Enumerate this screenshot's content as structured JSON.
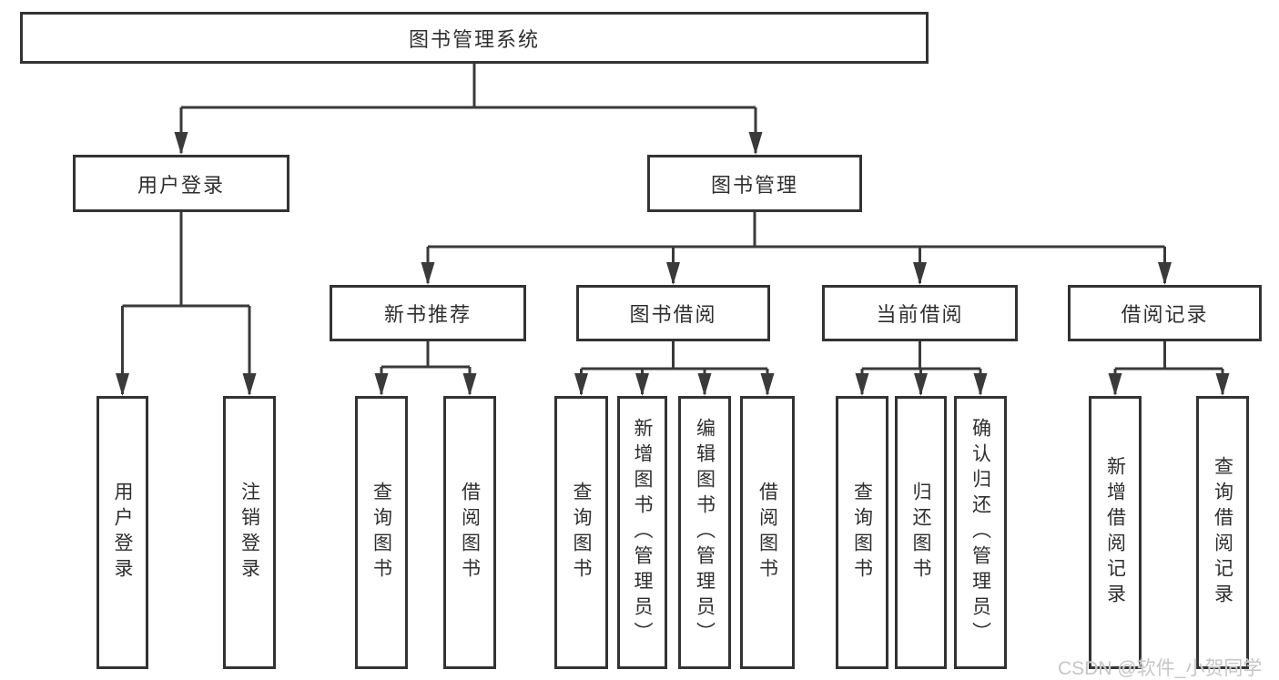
{
  "diagram": {
    "root": {
      "label": "图书管理系统"
    },
    "level2": [
      {
        "label": "用户登录"
      },
      {
        "label": "图书管理"
      }
    ],
    "level3": [
      {
        "label": "新书推荐",
        "parent": "图书管理"
      },
      {
        "label": "图书借阅",
        "parent": "图书管理"
      },
      {
        "label": "当前借阅",
        "parent": "图书管理"
      },
      {
        "label": "借阅记录",
        "parent": "图书管理"
      }
    ],
    "leaves": [
      {
        "label": "用户登录",
        "parent": "用户登录"
      },
      {
        "label": "注销登录",
        "parent": "用户登录"
      },
      {
        "label": "查询图书",
        "parent": "新书推荐"
      },
      {
        "label": "借阅图书",
        "parent": "新书推荐"
      },
      {
        "label": "查询图书",
        "parent": "图书借阅"
      },
      {
        "label": "新增图书（管理员）",
        "parent": "图书借阅"
      },
      {
        "label": "编辑图书（管理员）",
        "parent": "图书借阅"
      },
      {
        "label": "借阅图书",
        "parent": "图书借阅"
      },
      {
        "label": "查询图书",
        "parent": "当前借阅"
      },
      {
        "label": "归还图书",
        "parent": "当前借阅"
      },
      {
        "label": "确认归还（管理员）",
        "parent": "当前借阅"
      },
      {
        "label": "新增借阅记录",
        "parent": "借阅记录"
      },
      {
        "label": "查询借阅记录",
        "parent": "借阅记录"
      }
    ],
    "colors": {
      "line": "#3a3a3a",
      "box_border": "#333333",
      "text": "#2f2f2f",
      "background": "#ffffff",
      "watermark": "#c6c6c6"
    }
  },
  "watermark": {
    "text": "CSDN @软件_小贺同学"
  }
}
